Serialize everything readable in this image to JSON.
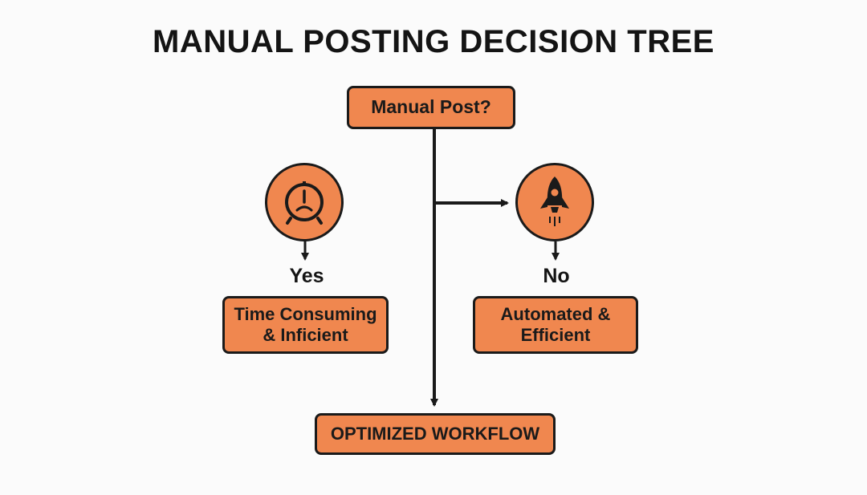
{
  "title": "MANUAL POSTING DECISION TREE",
  "nodes": {
    "root": "Manual Post?",
    "yes_label": "Yes",
    "yes_result_line1": "Time Consuming",
    "yes_result_line2": "& Inficient",
    "no_label": "No",
    "no_result_line1": "Automated &",
    "no_result_line2": "Efficient",
    "end": "OPTIMIZED WORKFLOW"
  },
  "icons": {
    "yes_icon": "clock-icon",
    "no_icon": "rocket-icon"
  },
  "colors": {
    "node_fill": "#f0874f",
    "stroke": "#1a1a1a",
    "background": "#fbfbfb"
  }
}
